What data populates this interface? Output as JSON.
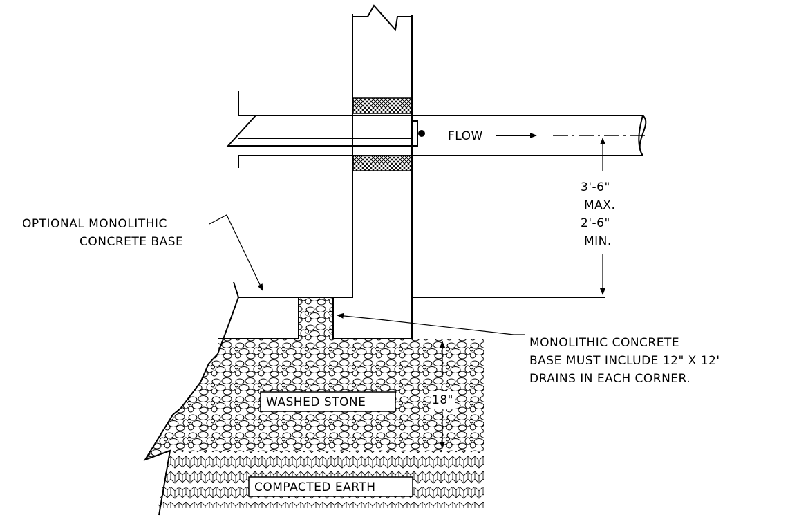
{
  "labels": {
    "flow": "FLOW",
    "dim_max_value": "3'-6\"",
    "dim_max_word": "MAX.",
    "dim_min_value": "2'-6\"",
    "dim_min_word": "MIN.",
    "optional_base_line1": "OPTIONAL MONOLITHIC",
    "optional_base_line2": "CONCRETE BASE",
    "monolithic_line1": "MONOLITHIC CONCRETE",
    "monolithic_line2": "BASE MUST INCLUDE 12\" X 12'",
    "monolithic_line3": "DRAINS IN EACH CORNER.",
    "washed_stone": "WASHED STONE",
    "stone_depth": "18\"",
    "compacted_earth": "COMPACTED EARTH"
  }
}
